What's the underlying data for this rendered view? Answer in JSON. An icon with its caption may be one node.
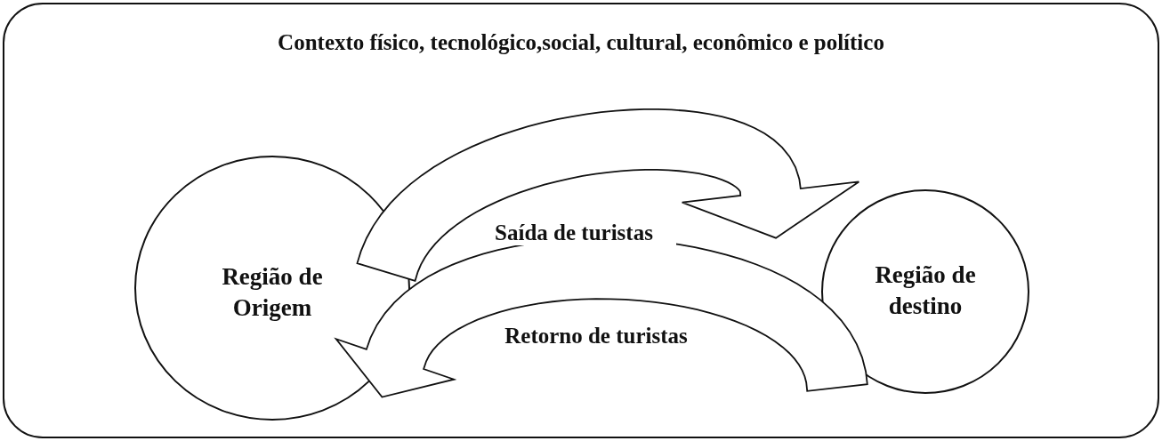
{
  "diagram": {
    "nodes": [
      {
        "text": [
          "Contexto físico, tecnológico,social, cultural, econômico e político"
        ]
      },
      {
        "text": [
          "Região de Origem"
        ],
        "in": 0
      },
      {
        "text": [
          "Região de destino"
        ],
        "in": 0
      }
    ],
    "edges": [
      {
        "from": 1,
        "to": 2,
        "arrow": "to",
        "label": "Saída de turistas"
      },
      {
        "from": 2,
        "to": 1,
        "arrow": "to",
        "label": "Retorno de turistas"
      }
    ]
  }
}
